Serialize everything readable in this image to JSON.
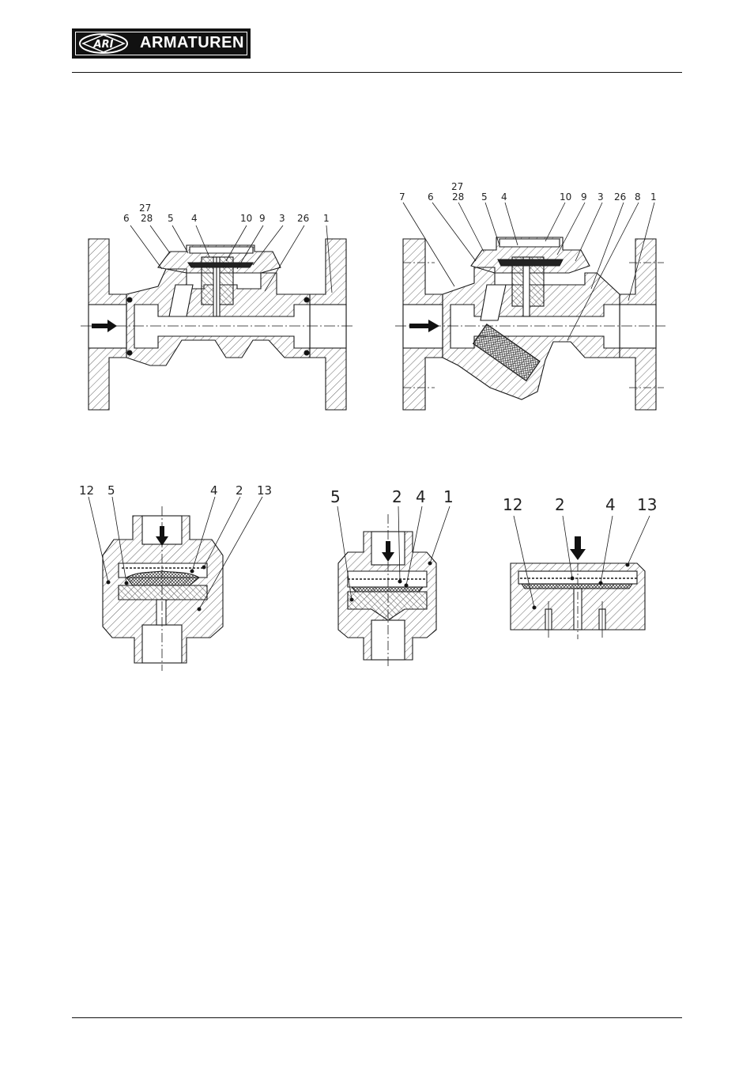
{
  "header": {
    "logo_emblem_text": "ARI",
    "logo_text": "ARMATUREN"
  },
  "figures": {
    "top_left": {
      "labels": [
        "27",
        "6",
        "28",
        "5",
        "4",
        "10",
        "9",
        "3",
        "26",
        "1"
      ]
    },
    "top_right": {
      "labels": [
        "27",
        "7",
        "6",
        "28",
        "5",
        "4",
        "10",
        "9",
        "3",
        "26",
        "8",
        "1"
      ]
    },
    "bottom_left": {
      "labels": [
        "12",
        "5",
        "4",
        "2",
        "13"
      ]
    },
    "bottom_middle": {
      "labels": [
        "5",
        "2",
        "4",
        "1"
      ]
    },
    "bottom_right": {
      "labels": [
        "12",
        "2",
        "4",
        "13"
      ]
    }
  },
  "colors": {
    "line": "#1a1a1a",
    "hatch": "#555555",
    "logo_bg": "#111111",
    "logo_fg": "#ffffff"
  }
}
